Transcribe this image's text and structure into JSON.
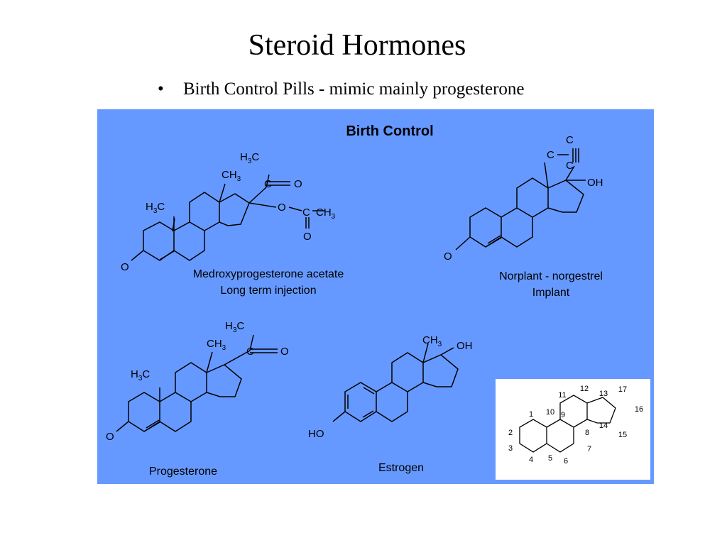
{
  "slide": {
    "title": "Steroid Hormones",
    "bullet_glyph": "•",
    "bullet_text": "Birth Control Pills - mimic mainly progesterone"
  },
  "diagram": {
    "panel_color": "#6699ff",
    "header": "Birth Control",
    "medroxy": {
      "name": "Medroxyprogesterone acetate",
      "note": "Long term injection",
      "atoms": {
        "h3c_acetyl": "H",
        "ch3_18": "CH",
        "c_carbonyl": "C",
        "o_carbonyl": "O",
        "h3c_19": "H",
        "c_methyl": "C",
        "o_ester": "O",
        "c_ester": "C",
        "ch3_ester": "CH",
        "o_ester_dbl": "O",
        "o_ketone": "O"
      }
    },
    "norplant": {
      "name": "Norplant - norgestrel",
      "note": "Implant",
      "atoms": {
        "c_top": "C",
        "c_left": "C",
        "c_mid": "C",
        "oh": "OH",
        "o_ketone": "O"
      }
    },
    "progesterone": {
      "name": "Progesterone",
      "atoms": {
        "h3c_acetyl": "H",
        "ch3_18": "CH",
        "c_carbonyl": "C",
        "o_carbonyl": "O",
        "h3c_19": "H",
        "c_methyl": "C",
        "o_ketone": "O"
      }
    },
    "estrogen": {
      "name": "Estrogen",
      "atoms": {
        "ch3": "CH",
        "oh_17": "OH",
        "ho_3": "HO"
      }
    },
    "numbering": {
      "labels": [
        "1",
        "2",
        "3",
        "4",
        "5",
        "6",
        "7",
        "8",
        "9",
        "10",
        "11",
        "12",
        "13",
        "14",
        "15",
        "16",
        "17"
      ]
    }
  }
}
